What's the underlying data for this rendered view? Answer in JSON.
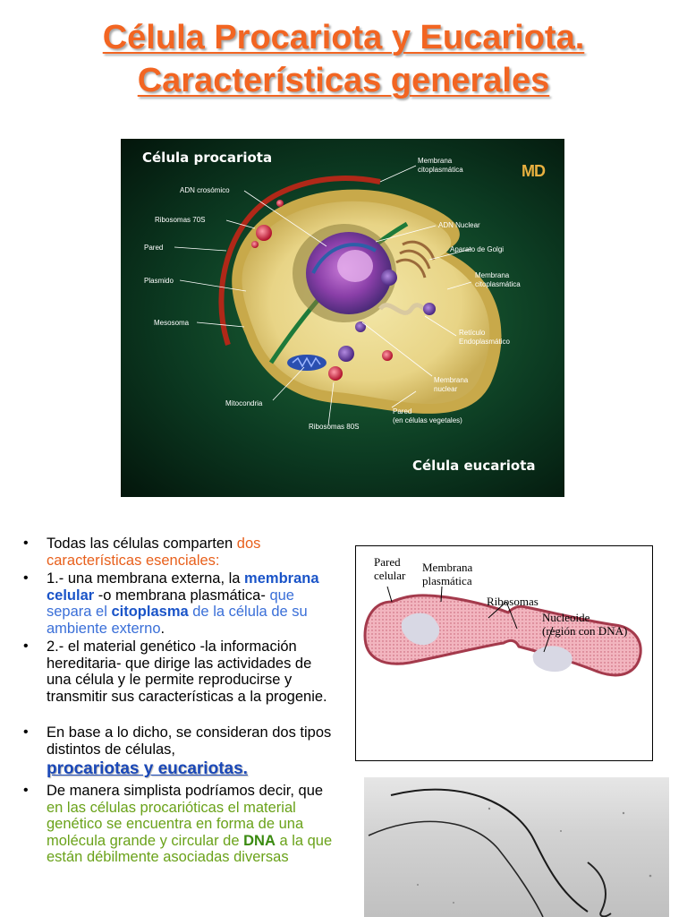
{
  "title": {
    "line1": "Célula Procariota y Eucariota.",
    "line2": "Características generales"
  },
  "cell_diagram": {
    "heading_top": "Célula procariota",
    "heading_bottom": "Célula eucariota",
    "logo": "MD",
    "labels": {
      "membrana_citoplasmatica_top": [
        "Membrana",
        "citoplasmática"
      ],
      "adn_crosomico": "ADN crosómico",
      "ribosomas_70s": "Ribosomas 70S",
      "pared": "Pared",
      "plasmido": "Plasmido",
      "mesosoma": "Mesosoma",
      "mitocondria": "Mitocondria",
      "ribosomas_80s": "Ribosomas 80S",
      "adn_nuclear": "ADN Nuclear",
      "aparato_golgi": "Aparato de Golgi",
      "membrana_citoplasmatica_right": [
        "Membrana",
        "citoplasmática"
      ],
      "reticulo": [
        "Retículo",
        "Endoplasmático"
      ],
      "membrana_nuclear": [
        "Membrana",
        "nuclear"
      ],
      "pared_vegetal": [
        "Pared",
        "(en células vegetales)"
      ]
    }
  },
  "bullets": {
    "b1_plain": "Todas las células comparten ",
    "b1_orange": "dos características esenciales:",
    "b2_a": "1.-  una membrana externa, la ",
    "b2_membrana": "membrana celular",
    "b2_b": " -o membrana plasmática- ",
    "b2_c": "que separa el ",
    "b2_citoplasma": "citoplasma",
    "b2_d": " de la célula de su ambiente externo",
    "b2_end": ".",
    "b3": "2.- el material genético -la información hereditaria- que dirige las actividades de una célula y le permite reproducirse y transmitir sus características a la progenie.",
    "b4": "En base a lo dicho, se consideran dos tipos distintos de células,",
    "pro": "procariotas  y eucariotas.",
    "b5_a": "De manera simplista podríamos decir, que ",
    "b5_green": "en las células procarióticas el material genético se encuentra en forma de una molécula grande y circular de ",
    "b5_dna": "DNA",
    "b5_end": " a la que están débilmente asociadas diversas"
  },
  "bacterium_diagram": {
    "pared": [
      "Pared",
      "celular"
    ],
    "membrana": [
      "Membrana",
      "plasmática"
    ],
    "ribosomas": "Ribosomas",
    "nucleoide": [
      "Nucleoide",
      "(región con DNA)"
    ]
  },
  "colors": {
    "title": "#f26522",
    "orange_text": "#e8601c",
    "blue_text": "#1a54c8",
    "green_text": "#6aa21a"
  }
}
